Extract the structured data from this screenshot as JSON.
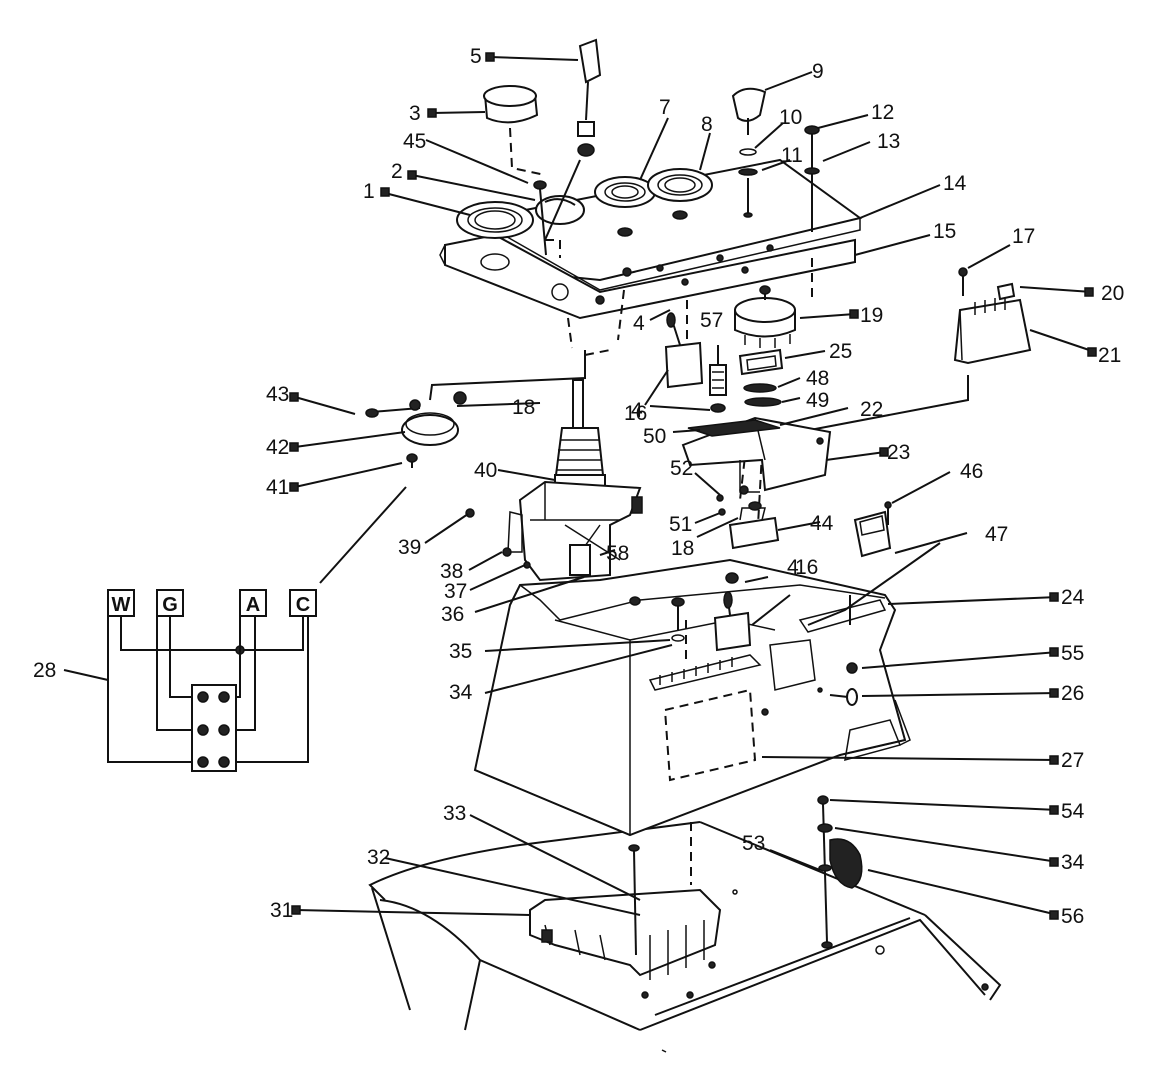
{
  "callouts": [
    {
      "id": "c1",
      "text": "1"
    },
    {
      "id": "c2",
      "text": "2"
    },
    {
      "id": "c3",
      "text": "3"
    },
    {
      "id": "c4a",
      "text": "4"
    },
    {
      "id": "c4b",
      "text": "4"
    },
    {
      "id": "c4c",
      "text": "4"
    },
    {
      "id": "c5",
      "text": "5"
    },
    {
      "id": "c7",
      "text": "7"
    },
    {
      "id": "c8",
      "text": "8"
    },
    {
      "id": "c9",
      "text": "9"
    },
    {
      "id": "c10",
      "text": "10"
    },
    {
      "id": "c11",
      "text": "11"
    },
    {
      "id": "c12",
      "text": "12"
    },
    {
      "id": "c13",
      "text": "13"
    },
    {
      "id": "c14",
      "text": "14"
    },
    {
      "id": "c15",
      "text": "15"
    },
    {
      "id": "c16a",
      "text": "16"
    },
    {
      "id": "c16b",
      "text": "16"
    },
    {
      "id": "c17",
      "text": "17"
    },
    {
      "id": "c18a",
      "text": "18"
    },
    {
      "id": "c18b",
      "text": "18"
    },
    {
      "id": "c19",
      "text": "19"
    },
    {
      "id": "c20",
      "text": "20"
    },
    {
      "id": "c21",
      "text": "21"
    },
    {
      "id": "c22",
      "text": "22"
    },
    {
      "id": "c23",
      "text": "23"
    },
    {
      "id": "c24",
      "text": "24"
    },
    {
      "id": "c25",
      "text": "25"
    },
    {
      "id": "c26",
      "text": "26"
    },
    {
      "id": "c27",
      "text": "27"
    },
    {
      "id": "c28",
      "text": "28"
    },
    {
      "id": "c31",
      "text": "31"
    },
    {
      "id": "c32",
      "text": "32"
    },
    {
      "id": "c33",
      "text": "33"
    },
    {
      "id": "c34a",
      "text": "34"
    },
    {
      "id": "c34b",
      "text": "34"
    },
    {
      "id": "c35",
      "text": "35"
    },
    {
      "id": "c36",
      "text": "36"
    },
    {
      "id": "c37",
      "text": "37"
    },
    {
      "id": "c38",
      "text": "38"
    },
    {
      "id": "c39",
      "text": "39"
    },
    {
      "id": "c40",
      "text": "40"
    },
    {
      "id": "c41",
      "text": "41"
    },
    {
      "id": "c42",
      "text": "42"
    },
    {
      "id": "c43",
      "text": "43"
    },
    {
      "id": "c44",
      "text": "44"
    },
    {
      "id": "c45",
      "text": "45"
    },
    {
      "id": "c46",
      "text": "46"
    },
    {
      "id": "c47",
      "text": "47"
    },
    {
      "id": "c48",
      "text": "48"
    },
    {
      "id": "c49",
      "text": "49"
    },
    {
      "id": "c50",
      "text": "50"
    },
    {
      "id": "c51",
      "text": "51"
    },
    {
      "id": "c52",
      "text": "52"
    },
    {
      "id": "c53",
      "text": "53"
    },
    {
      "id": "c54",
      "text": "54"
    },
    {
      "id": "c55",
      "text": "55"
    },
    {
      "id": "c56",
      "text": "56"
    },
    {
      "id": "c57",
      "text": "57"
    },
    {
      "id": "c58",
      "text": "58"
    }
  ],
  "wiring": {
    "terminals": [
      {
        "id": "w",
        "text": "W"
      },
      {
        "id": "g",
        "text": "G"
      },
      {
        "id": "a",
        "text": "A"
      },
      {
        "id": "c",
        "text": "C"
      }
    ]
  }
}
